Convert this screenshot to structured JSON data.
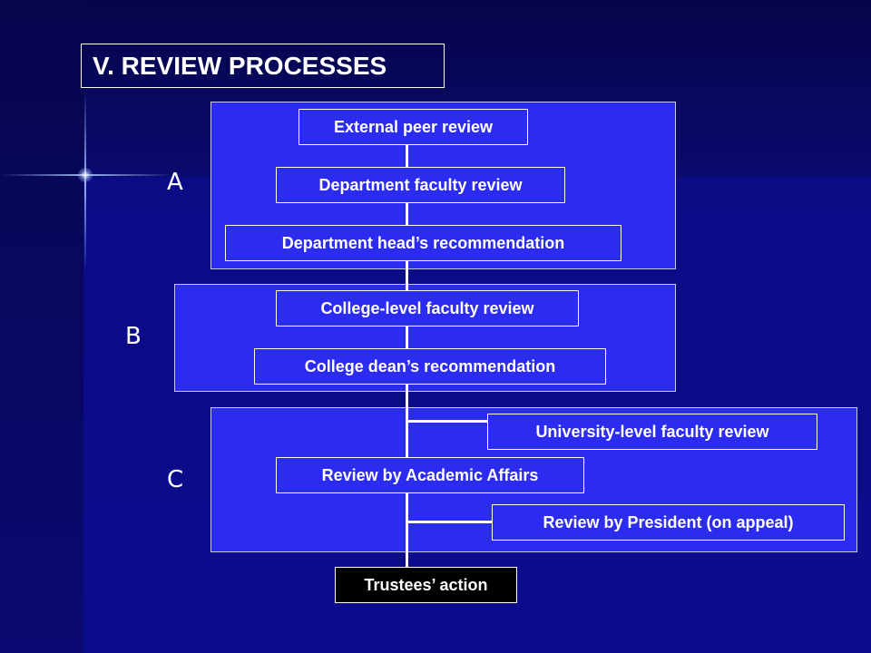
{
  "slide": {
    "title": "V.  REVIEW PROCESSES"
  },
  "sections": {
    "a": {
      "label": "A"
    },
    "b": {
      "label": "B"
    },
    "c": {
      "label": "C"
    }
  },
  "steps": {
    "external_peer_review": "External peer review",
    "department_faculty_review": "Department faculty review",
    "department_head_recommendation": "Department head’s recommendation",
    "college_faculty_review": "College-level faculty review",
    "college_dean_recommendation": "College dean’s recommendation",
    "university_faculty_review": "University-level faculty review",
    "academic_affairs_review": "Review by Academic Affairs",
    "president_review": "Review by President (on appeal)",
    "trustees_action": "Trustees’ action"
  },
  "colors": {
    "background": "#0a0a7a",
    "section_fill": "#2c2cf0",
    "final_box_fill": "#000000",
    "text": "#ffffff"
  }
}
